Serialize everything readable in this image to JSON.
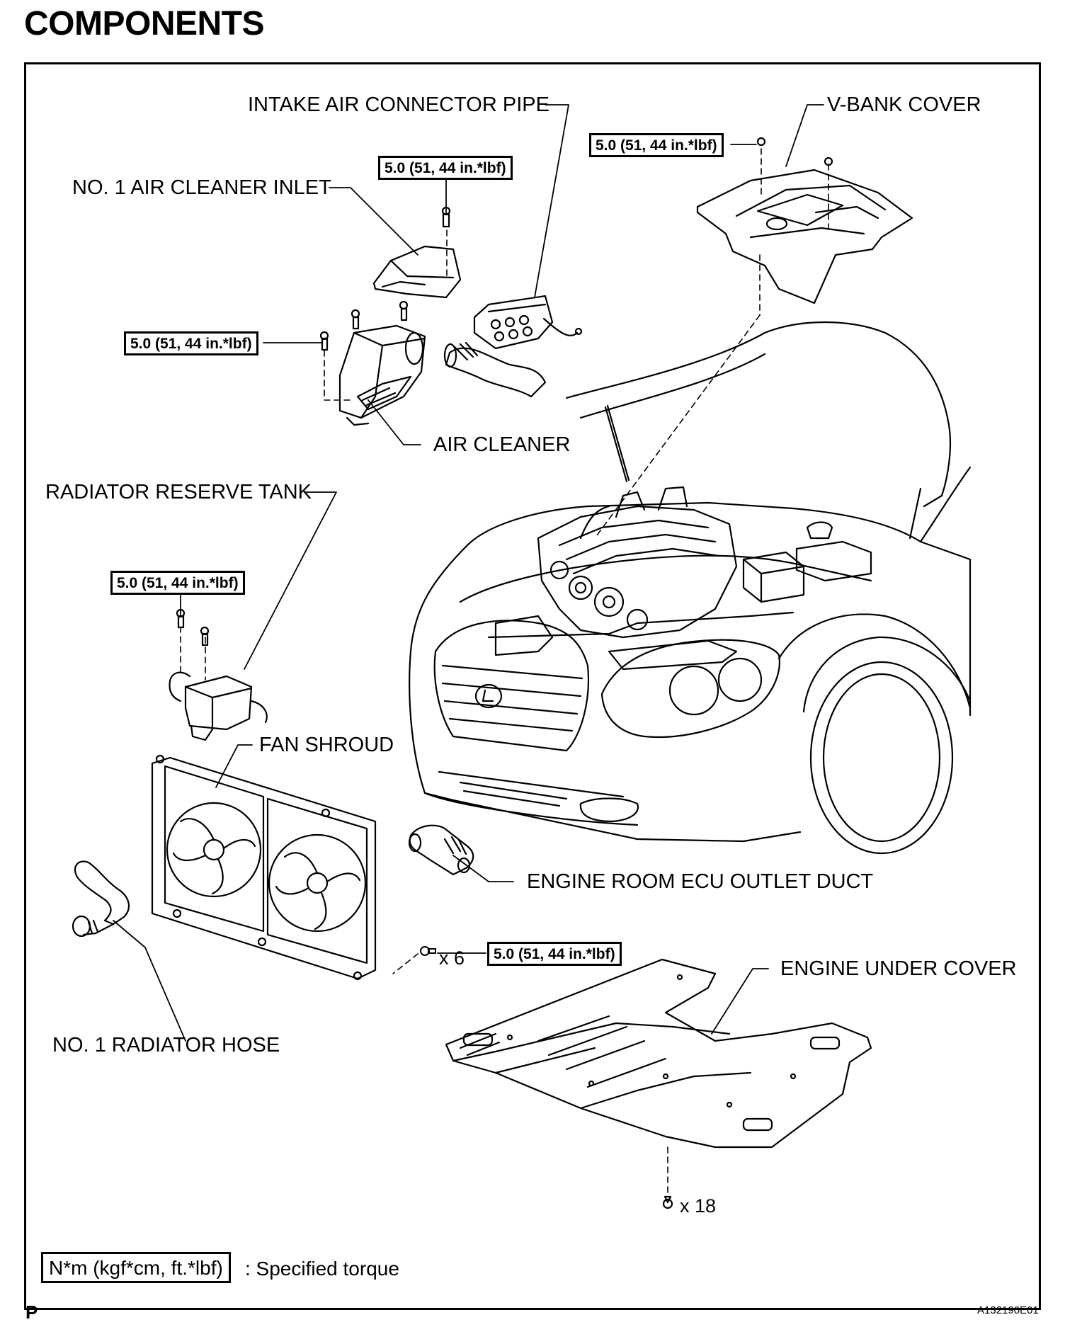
{
  "title": "COMPONENTS",
  "labels": {
    "intake_air_connector_pipe": "INTAKE AIR CONNECTOR PIPE",
    "v_bank_cover": "V-BANK COVER",
    "no1_air_cleaner_inlet": "NO. 1 AIR CLEANER INLET",
    "air_cleaner": "AIR CLEANER",
    "radiator_reserve_tank": "RADIATOR RESERVE TANK",
    "fan_shroud": "FAN SHROUD",
    "engine_room_ecu_outlet_duct": "ENGINE ROOM ECU OUTLET DUCT",
    "engine_under_cover": "ENGINE UNDER COVER",
    "no1_radiator_hose": "NO. 1 RADIATOR HOSE"
  },
  "torques": {
    "v_bank_cover": "5.0 (51, 44 in.*lbf)",
    "air_cleaner_inlet": "5.0 (51, 44 in.*lbf)",
    "air_cleaner": "5.0 (51, 44 in.*lbf)",
    "reserve_tank": "5.0 (51, 44 in.*lbf)",
    "fan_shroud": "5.0 (51, 44 in.*lbf)"
  },
  "counts": {
    "fan_shroud_bolts": "x 6",
    "under_cover_bolts": "x 18"
  },
  "legend": {
    "unit_box": "N*m (kgf*cm, ft.*lbf)",
    "description": ": Specified torque"
  },
  "footer": {
    "left_mark": "P",
    "figure_id": "A132190E01"
  }
}
